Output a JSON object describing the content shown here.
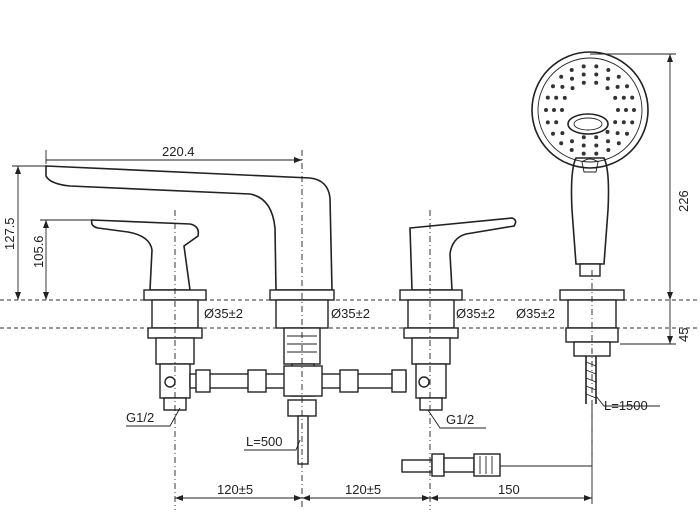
{
  "dimensions": {
    "spout_length": "220.4",
    "total_height": "127.5",
    "handle_height": "105.6",
    "shower_height": "226",
    "deck_thickness": "45",
    "diameter_left": "Ø35±2",
    "diameter_center": "Ø35±2",
    "diameter_right": "Ø35±2",
    "diameter_shower": "Ø35±2",
    "thread_left": "G1/2",
    "thread_right": "G1/2",
    "hose_center": "L=500",
    "hose_shower": "L=1500",
    "spacing_left": "120±5",
    "spacing_right": "120±5",
    "spacing_shower": "150"
  }
}
